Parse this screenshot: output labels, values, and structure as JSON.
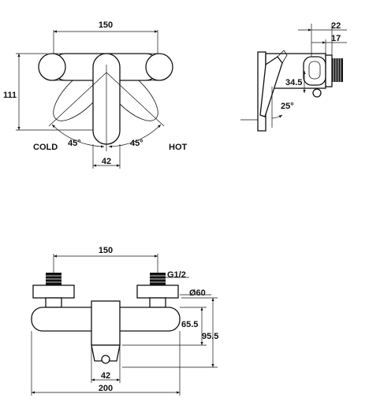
{
  "top_view": {
    "width_label": "150",
    "height_label": "111",
    "angle_left_label": "45°",
    "angle_right_label": "45°",
    "handle_label": "42",
    "cold_label": "COLD",
    "hot_label": "HOT"
  },
  "side_view": {
    "dim_a_label": "22",
    "dim_b_label": "17",
    "dim_c_label": "34.5",
    "angle_label": "25°"
  },
  "front_view": {
    "width_label": "150",
    "thread_label": "G1/2",
    "diameter_label": "Ø60",
    "height_a_label": "65.5",
    "height_b_label": "95.5",
    "spout_label": "42",
    "overall_label": "200"
  }
}
